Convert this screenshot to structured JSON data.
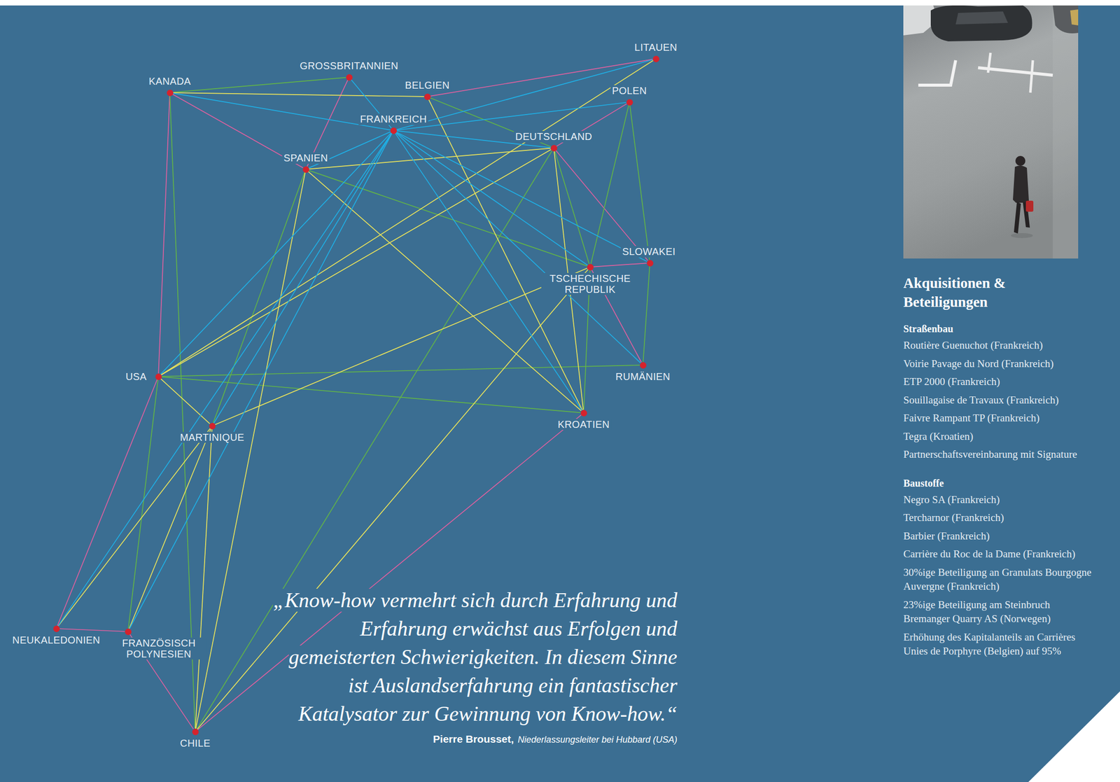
{
  "diagram": {
    "nodes": [
      {
        "text": [
          "KANADA"
        ]
      },
      {
        "text": [
          "GROSSBRITANNIEN"
        ]
      },
      {
        "text": [
          "BELGIEN"
        ]
      },
      {
        "text": [
          "LITAUEN"
        ]
      },
      {
        "text": [
          "FRANKREICH"
        ]
      },
      {
        "text": [
          "POLEN"
        ]
      },
      {
        "text": [
          "SPANIEN"
        ]
      },
      {
        "text": [
          "DEUTSCHLAND"
        ]
      },
      {
        "text": [
          "SLOWAKEI"
        ]
      },
      {
        "text": [
          "TSCHECHISCHE REPUBLIK"
        ]
      },
      {
        "text": [
          "USA"
        ]
      },
      {
        "text": [
          "RUMÄNIEN"
        ]
      },
      {
        "text": [
          "MARTINIQUE"
        ]
      },
      {
        "text": [
          "KROATIEN"
        ]
      },
      {
        "text": [
          "NEUKALEDONIEN"
        ]
      },
      {
        "text": [
          "FRANZÖSISCH POLYNESIEN"
        ]
      },
      {
        "text": [
          "CHILE"
        ]
      }
    ],
    "edges": [
      {
        "from": 0,
        "to": 6,
        "arrow": "none"
      },
      {
        "from": 0,
        "to": 10,
        "arrow": "none"
      },
      {
        "from": 1,
        "to": 6,
        "arrow": "none"
      },
      {
        "from": 2,
        "to": 3,
        "arrow": "none"
      },
      {
        "from": 5,
        "to": 7,
        "arrow": "none"
      },
      {
        "from": 7,
        "to": 8,
        "arrow": "none"
      },
      {
        "from": 9,
        "to": 8,
        "arrow": "none"
      },
      {
        "from": 9,
        "to": 11,
        "arrow": "none"
      },
      {
        "from": 13,
        "to": 16,
        "arrow": "none"
      },
      {
        "from": 10,
        "to": 14,
        "arrow": "none"
      },
      {
        "from": 14,
        "to": 15,
        "arrow": "none"
      },
      {
        "from": 15,
        "to": 16,
        "arrow": "none"
      },
      {
        "from": 0,
        "to": 1,
        "arrow": "none"
      },
      {
        "from": 2,
        "to": 7,
        "arrow": "none"
      },
      {
        "from": 6,
        "to": 9,
        "arrow": "none"
      },
      {
        "from": 5,
        "to": 9,
        "arrow": "none"
      },
      {
        "from": 5,
        "to": 8,
        "arrow": "none"
      },
      {
        "from": 8,
        "to": 11,
        "arrow": "none"
      },
      {
        "from": 7,
        "to": 9,
        "arrow": "none"
      },
      {
        "from": 7,
        "to": 16,
        "arrow": "none"
      },
      {
        "from": 9,
        "to": 13,
        "arrow": "none"
      },
      {
        "from": 10,
        "to": 11,
        "arrow": "none"
      },
      {
        "from": 10,
        "to": 13,
        "arrow": "none"
      },
      {
        "from": 0,
        "to": 16,
        "arrow": "none"
      },
      {
        "from": 6,
        "to": 12,
        "arrow": "none"
      },
      {
        "from": 10,
        "to": 15,
        "arrow": "none"
      },
      {
        "from": 0,
        "to": 2,
        "arrow": "none"
      },
      {
        "from": 6,
        "to": 7,
        "arrow": "none"
      },
      {
        "from": 6,
        "to": 13,
        "arrow": "none"
      },
      {
        "from": 6,
        "to": 16,
        "arrow": "none"
      },
      {
        "from": 2,
        "to": 13,
        "arrow": "none"
      },
      {
        "from": 7,
        "to": 13,
        "arrow": "none"
      },
      {
        "from": 3,
        "to": 10,
        "arrow": "none"
      },
      {
        "from": 7,
        "to": 10,
        "arrow": "none"
      },
      {
        "from": 10,
        "to": 12,
        "arrow": "none"
      },
      {
        "from": 12,
        "to": 9,
        "arrow": "none"
      },
      {
        "from": 12,
        "to": 14,
        "arrow": "none"
      },
      {
        "from": 12,
        "to": 15,
        "arrow": "none"
      },
      {
        "from": 12,
        "to": 16,
        "arrow": "none"
      },
      {
        "from": 9,
        "to": 16,
        "arrow": "none"
      },
      {
        "from": 0,
        "to": 4,
        "arrow": "none"
      },
      {
        "from": 1,
        "to": 4,
        "arrow": "none"
      },
      {
        "from": 4,
        "to": 3,
        "arrow": "none"
      },
      {
        "from": 4,
        "to": 5,
        "arrow": "none"
      },
      {
        "from": 4,
        "to": 6,
        "arrow": "none"
      },
      {
        "from": 4,
        "to": 7,
        "arrow": "none"
      },
      {
        "from": 4,
        "to": 8,
        "arrow": "none"
      },
      {
        "from": 4,
        "to": 9,
        "arrow": "none"
      },
      {
        "from": 4,
        "to": 11,
        "arrow": "none"
      },
      {
        "from": 4,
        "to": 13,
        "arrow": "none"
      },
      {
        "from": 4,
        "to": 10,
        "arrow": "none"
      },
      {
        "from": 4,
        "to": 12,
        "arrow": "none"
      },
      {
        "from": 4,
        "to": 14,
        "arrow": "none"
      },
      {
        "from": 4,
        "to": 15,
        "arrow": "none"
      }
    ],
    "labels": [
      "„Know-how vermehrt sich durch Erfahrung und Erfahrung erwächst aus Erfolgen und gemeisterten Schwierigkeiten. In diesem Sinne ist Auslandserfahrung ein fantastischer Katalysator zur Gewinnung von Know-how.“",
      "Pierre Brousset,",
      "Niederlassungsleiter bei Hubbard (USA)",
      "Akquisitionen & Beteiligungen",
      "Straßenbau",
      "Routière Guenuchot (Frankreich)",
      "Voirie Pavage du Nord (Frankreich)",
      "ETP 2000 (Frankreich)",
      "Souillagaise de Travaux (Frankreich)",
      "Faivre Rampant TP (Frankreich)",
      "Tegra (Kroatien)",
      "Partnerschaftsvereinbarung mit Signature",
      "Baustoffe",
      "Negro SA (Frankreich)",
      "Tercharnor (Frankreich)",
      "Barbier (Frankreich)",
      "Carrière du Roc de la Dame (Frankreich)",
      "30%ige Beteiligung an Granulats Bourgogne Auvergne (Frankreich)",
      "23%ige Beteiligung am Steinbruch Bremanger Quarry AS (Norwegen)",
      "Erhöhung des Kapitalanteils an Carrières Unies de Porphyre (Belgien) auf 95%"
    ]
  }
}
